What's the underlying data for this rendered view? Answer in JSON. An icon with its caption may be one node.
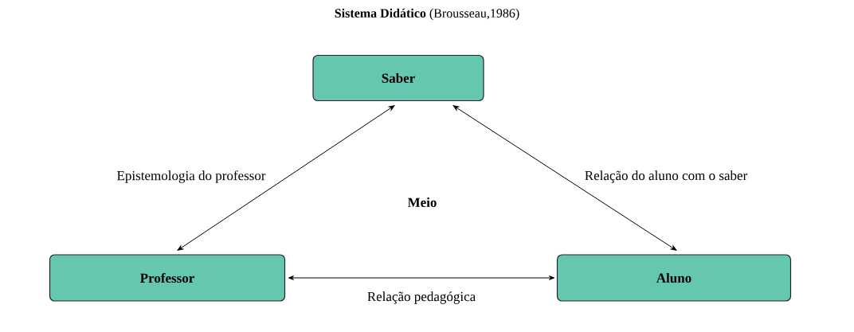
{
  "diagram": {
    "title": "**Sistema Didático** (Brousseau,1986)",
    "nodes": [
      {
        "text": [
          "Saber"
        ]
      },
      {
        "text": [
          "Professor"
        ]
      },
      {
        "text": [
          "Aluno"
        ]
      }
    ],
    "edges": [
      {
        "from": 0,
        "to": 1,
        "arrow": "both",
        "label": "Epistemologia do professor"
      },
      {
        "from": 0,
        "to": 2,
        "arrow": "both",
        "label": "Relação do aluno com o saber"
      },
      {
        "from": 1,
        "to": 2,
        "arrow": "both",
        "label": "Relação pedagógica"
      }
    ],
    "labels": [
      "Meio"
    ]
  }
}
